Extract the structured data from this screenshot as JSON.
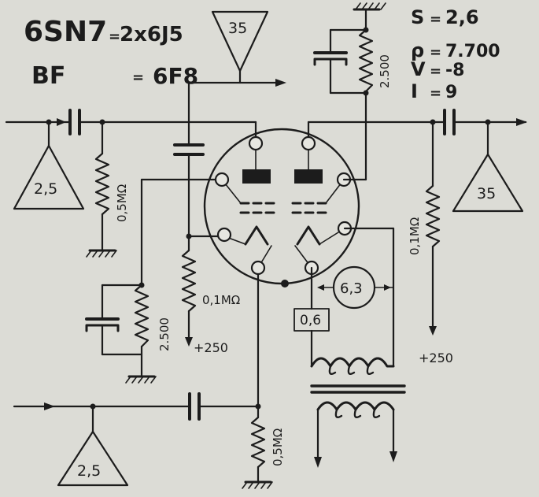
{
  "tube": {
    "type": "6SN7",
    "equiv_sym": "=",
    "equiv_lf": "2x6J5",
    "band": "BF",
    "equiv_bf": "6F8"
  },
  "params": [
    {
      "sym": "S",
      "eq": "=",
      "val": "2,6"
    },
    {
      "sym": "ρ",
      "eq": "=",
      "val": "7.700"
    },
    {
      "sym": "V",
      "eq": "=",
      "val": "-8"
    },
    {
      "sym": "I",
      "eq": "=",
      "val": "9"
    }
  ],
  "triangles": {
    "in1": "2,5",
    "in2": "2,5",
    "top": "35",
    "out": "35"
  },
  "resistors": {
    "grid1": "0,5MΩ",
    "cathode1": "0,1MΩ",
    "bias": "2.500",
    "plate2": "2.500",
    "out": "0,1MΩ",
    "grid2": "0,5MΩ"
  },
  "supplies": {
    "b_plus_1": "+250",
    "b_plus_2": "+250"
  },
  "heater": {
    "voltage": "6,3",
    "current": "0,6"
  }
}
